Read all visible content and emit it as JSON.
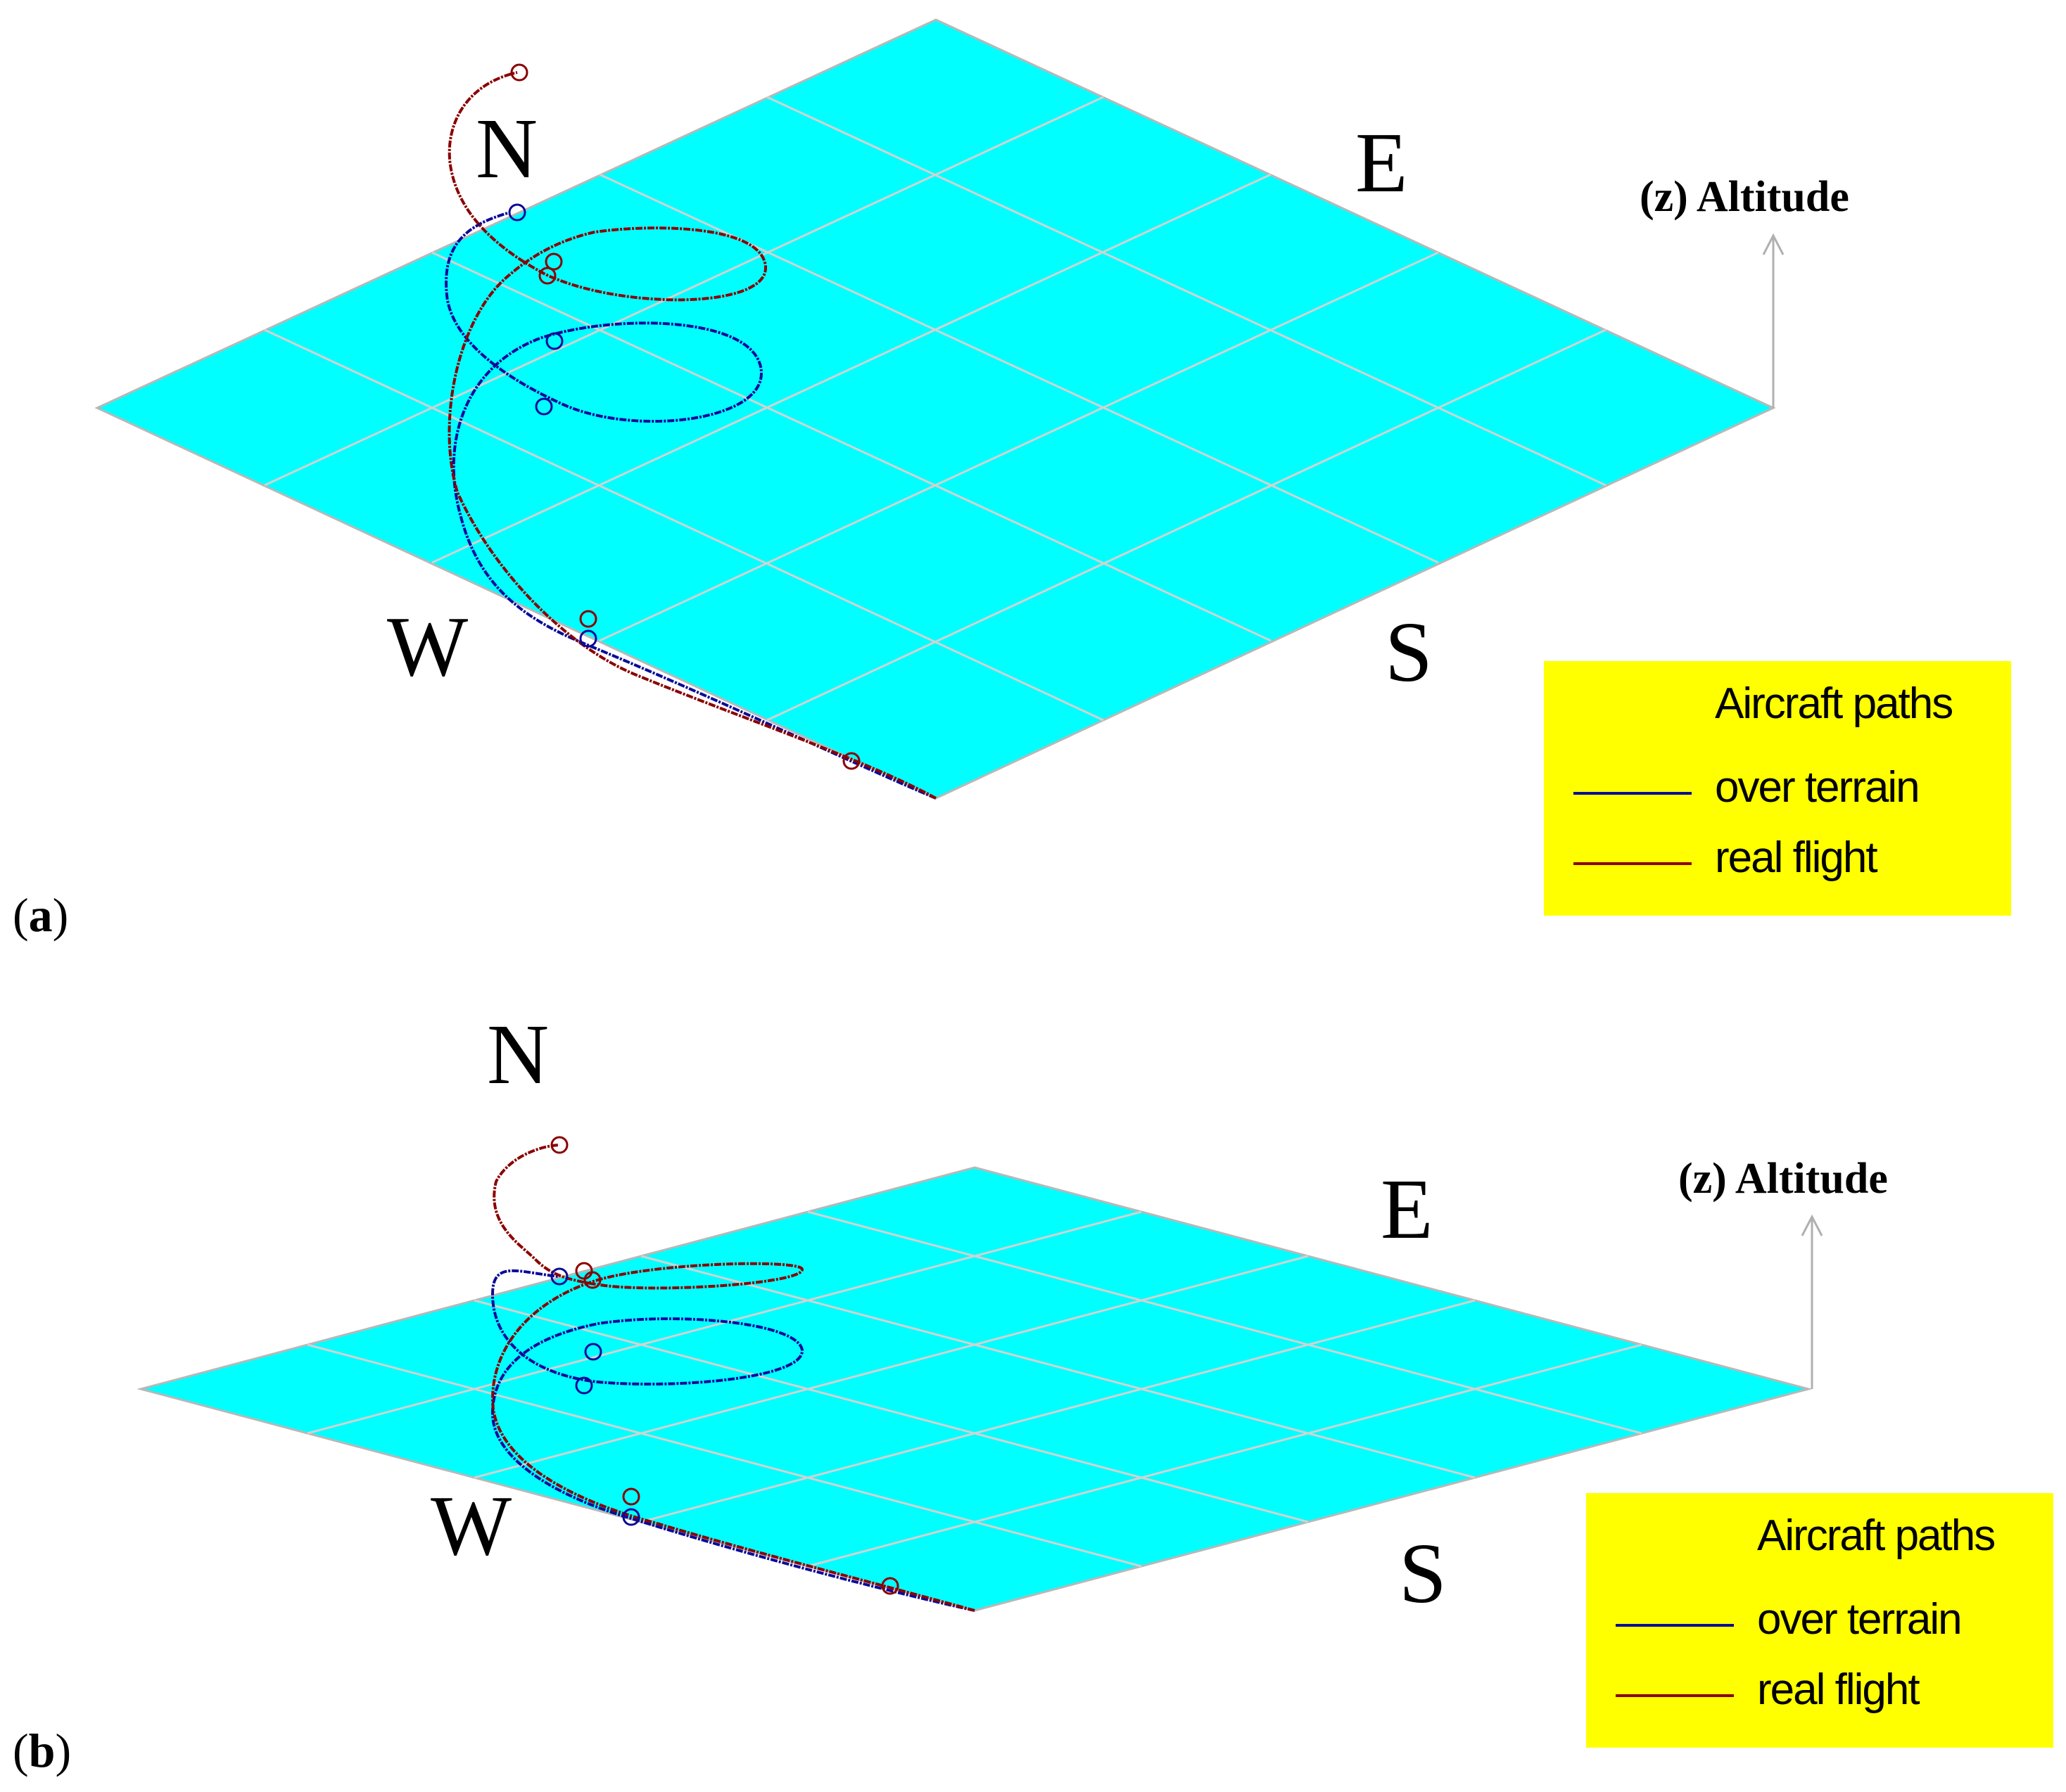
{
  "colors": {
    "terrain": "#00ffff",
    "grid": "#d2d2d2",
    "over_terrain": "#0a0a9a",
    "real_flight": "#8b0000",
    "legend_bg": "#ffff00"
  },
  "panels": [
    {
      "label": "a",
      "compass": {
        "north": "N",
        "east": "E",
        "south": "S",
        "west": "W"
      },
      "axis_label": "(z) Altitude",
      "legend": {
        "title": "Aircraft paths",
        "entries": [
          {
            "label": "over terrain",
            "color": "#0a0a9a"
          },
          {
            "label": "real flight",
            "color": "#8b0000"
          }
        ]
      }
    },
    {
      "label": "b",
      "compass": {
        "north": "N",
        "east": "E",
        "south": "S",
        "west": "W"
      },
      "axis_label": "(z) Altitude",
      "legend": {
        "title": "Aircraft paths",
        "entries": [
          {
            "label": "over terrain",
            "color": "#0a0a9a"
          },
          {
            "label": "real flight",
            "color": "#8b0000"
          }
        ]
      }
    }
  ]
}
